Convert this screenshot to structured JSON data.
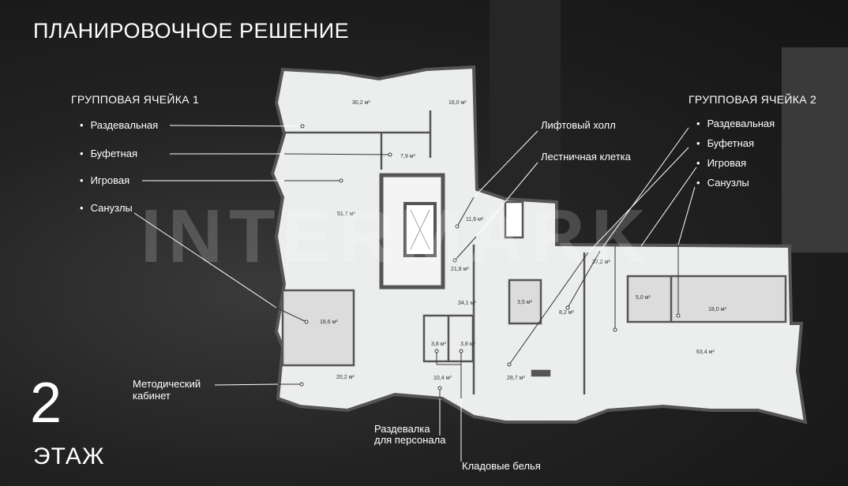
{
  "title": "ПЛАНИРОВОЧНОЕ РЕШЕНИЕ",
  "watermark": "INTERMARK",
  "group1": {
    "title": "ГРУППОВАЯ ЯЧЕЙКА 1",
    "items": [
      "Раздевальная",
      "Буфетная",
      "Игровая",
      "Санузлы"
    ]
  },
  "group2": {
    "title": "ГРУППОВАЯ ЯЧЕЙКА 2",
    "items": [
      "Раздевальная",
      "Буфетная",
      "Игровая",
      "Санузлы"
    ]
  },
  "core": {
    "lift_hall": "Лифтовый холл",
    "stairs": "Лестничная клетка"
  },
  "bottom": {
    "method_1": "Методический",
    "method_2": "кабинет",
    "staff_1": "Раздевалка",
    "staff_2": "для персонала",
    "linen": "Кладовые белья"
  },
  "floor": {
    "number": "2",
    "word": "ЭТАЖ"
  },
  "areas": [
    "30,2 м²",
    "16,0 м²",
    "7,9 м²",
    "51,7 м²",
    "11,6 м²",
    "21,8 м²",
    "34,1 м²",
    "18,6 м²",
    "3,5 м²",
    "8,2 м²",
    "37,2 м²",
    "5,0 м²",
    "18,0 м²",
    "3,8 м²",
    "3,8 м²",
    "63,4 м²",
    "20,2 м²",
    "10,4 м²",
    "28,7 м²"
  ]
}
